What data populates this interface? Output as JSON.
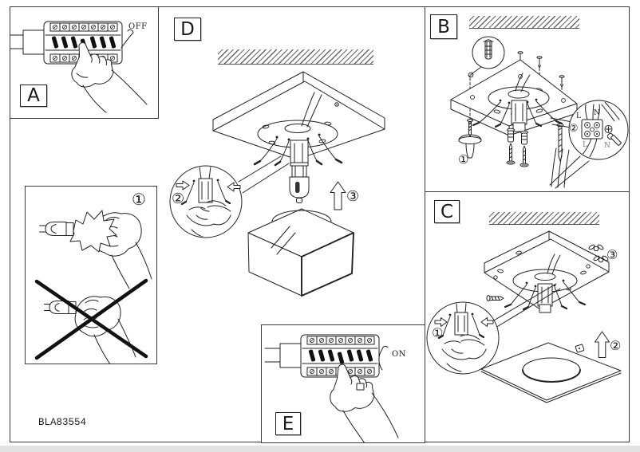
{
  "page": {
    "product_code": "BLA83554"
  },
  "colors": {
    "ink": "#1a1a1a",
    "paper": "#ffffff",
    "scan_strip": "#e2e2e2"
  },
  "panels": {
    "a": {
      "label": "A",
      "state": "OFF"
    },
    "b": {
      "label": "B",
      "step1": "①",
      "step2": "②",
      "term_l": "L",
      "term_n": "N",
      "term_l2": "L",
      "term_n2": "N"
    },
    "c": {
      "label": "C",
      "step1": "①",
      "step2": "②",
      "step3": "③"
    },
    "d": {
      "label": "D",
      "step2": "②",
      "step3": "③"
    },
    "e": {
      "label": "E",
      "state": "ON"
    },
    "handling": {
      "step1": "①"
    }
  }
}
